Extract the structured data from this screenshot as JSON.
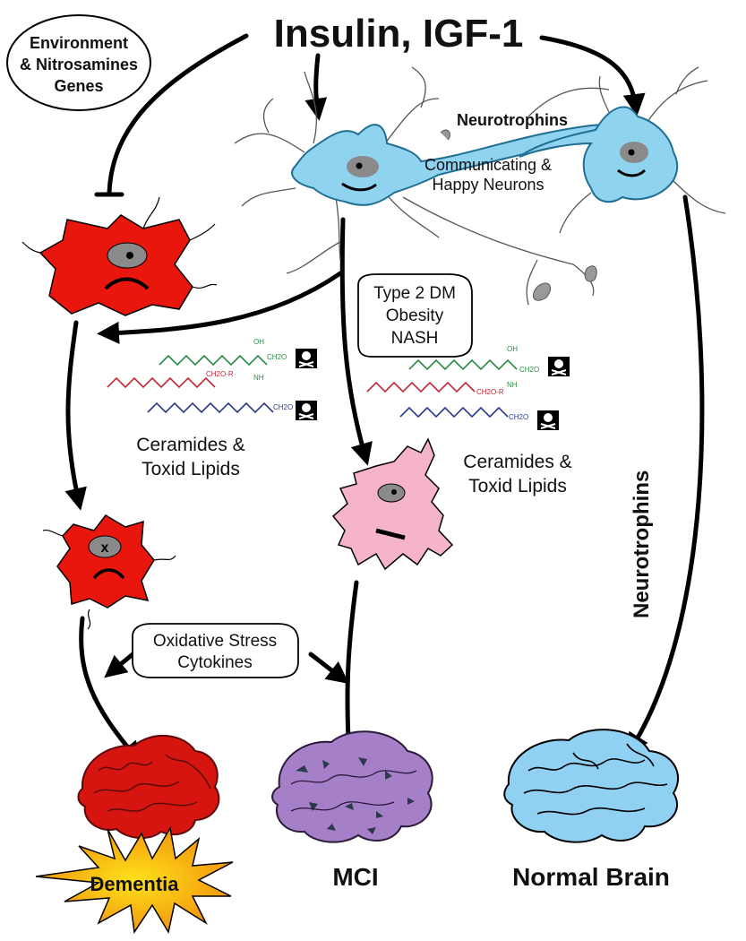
{
  "title": "Insulin, IGF-1",
  "labels": {
    "environment": [
      "Environment",
      "& Nitrosamines",
      "Genes"
    ],
    "neurotrophins_top": "Neurotrophins",
    "happy_neurons": [
      "Communicating &",
      "Happy Neurons"
    ],
    "metabolic": [
      "Type 2 DM",
      "Obesity",
      "NASH"
    ],
    "ceramides_left": [
      "Ceramides &",
      "Toxid Lipids"
    ],
    "ceramides_right": [
      "Ceramides &",
      "Toxid Lipids"
    ],
    "oxidative": [
      "Oxidative Stress",
      "Cytokines"
    ],
    "neurotrophins_side": "Neurotrophins",
    "lipid_groups": [
      "CH2O",
      "CH2O-R",
      "OH",
      "NH"
    ]
  },
  "outcomes": {
    "dementia": "Dementia",
    "mci": "MCI",
    "normal": "Normal Brain"
  },
  "colors": {
    "neuron": "#8fd3ef",
    "neuron_stroke": "#1f6f94",
    "sick_cell": "#e8160c",
    "mci_cell": "#f6b3cc",
    "brain_dementia": "#d71510",
    "brain_mci": "#a57fc7",
    "brain_normal": "#8fd0f3",
    "lipid_green": "#2a8a45",
    "lipid_red": "#c2273a",
    "lipid_blue": "#2a3a8a",
    "burst": "#f4a20f",
    "burst_center": "#ffe21a",
    "nucleus": "#8a8a8a"
  }
}
